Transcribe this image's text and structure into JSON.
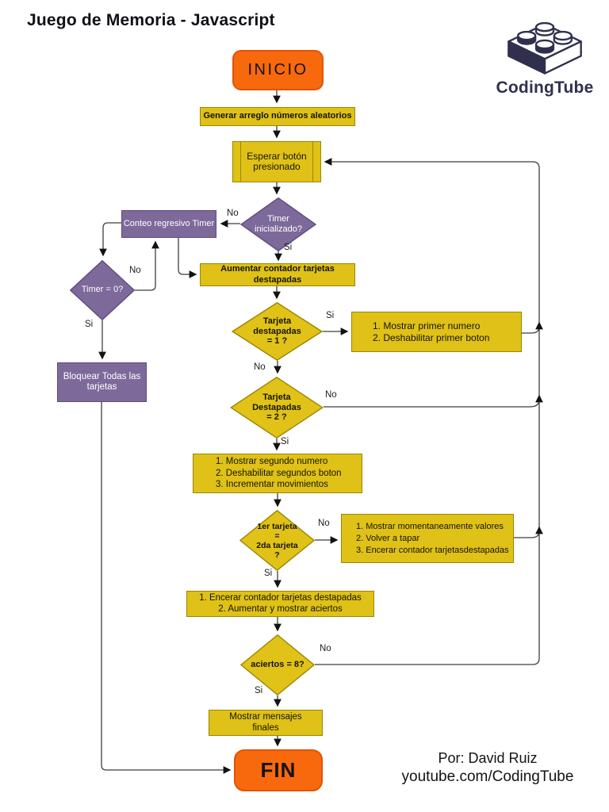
{
  "header": {
    "title": "Juego de Memoria - Javascript",
    "logo_text": "CodingTube"
  },
  "footer": {
    "author": "Por: David Ruiz",
    "channel": "youtube.com/CodingTube"
  },
  "colors": {
    "terminal_orange": "#f8690d",
    "process_yellow": "#dfc117",
    "process_purple": "#7d6a9b",
    "line": "#3f3f3f",
    "logo_navy": "#30304e"
  },
  "nodes": {
    "inicio": "INICIO",
    "generar": "Generar arreglo números aleatorios",
    "esperar": "Esperar botón\npresionado",
    "timer_inicializado": "Timer\ninicializado?",
    "conteo": "Conteo regresivo Timer",
    "timer_cero": "Timer = 0?",
    "bloquear": "Bloquear Todas las\ntarjetas",
    "aumentar": "Aumentar contador tarjetas\ndestapadas",
    "tarjeta1": "Tarjeta\ndestapadas\n= 1 ?",
    "mostrar_primer": "1. Mostrar primer numero\n2. Deshabilitar primer boton",
    "tarjeta2": "Tarjeta\nDestapadas\n= 2 ?",
    "mostrar_segundo": "1. Mostrar segundo numero\n2. Deshabilitar segundos boton\n3. Incrementar movimientos",
    "comparar": "1er tarjeta\n=\n2da tarjeta\n?",
    "no_coinciden": "1. Mostrar momentaneamente valores\n2. Volver a tapar\n3. Encerar contador tarjetasdestapadas",
    "encerar": "1. Encerar contador tarjetas destapadas\n2. Aumentar y mostrar aciertos",
    "aciertos": "aciertos = 8?",
    "mensajes": "Mostrar mensajes\nfinales",
    "fin": "FIN"
  },
  "edge_labels": {
    "timer_no": "No",
    "timer_si": "Si",
    "timer0_no": "No",
    "timer0_si": "Si",
    "t1_si": "Si",
    "t1_no": "No",
    "t2_no": "No",
    "t2_si": "Si",
    "cmp_no": "No",
    "cmp_si": "Si",
    "ac_no": "No",
    "ac_si": "Si"
  }
}
